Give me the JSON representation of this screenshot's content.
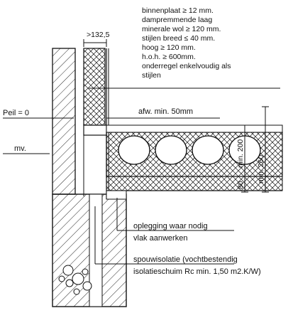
{
  "drawing": {
    "type": "construction-detail-section",
    "line_color": "#111111",
    "background": "#ffffff"
  },
  "notes_top": [
    "binnenplaat ≥ 12 mm.",
    "damprem­mende laag",
    "minerale wol ≥ 120 mm.",
    "stijlen breed ≤ 40 mm.",
    "hoog ≥ 120 mm.",
    "h.o.h. ≥ 600mm.",
    "onderregel enkelvoudig als",
    "stijlen"
  ],
  "labels": {
    "peil": "Peil = 0",
    "mv": "mv.",
    "afw": "afw. min. 50mm",
    "oplegging_1": "oplegging waar nodig",
    "oplegging_2": "vlak aanwerken",
    "spouw_1": "spouwisolatie (vochtbestendig",
    "spouw_2": "isolatieschuim Rc min. 1,50 m2.K/W)"
  },
  "dimensions": {
    "cavity_width": ">132,5",
    "floor_min_80": "80",
    "floor_min_200": "min. 200",
    "floor_min_260": "min. 260"
  }
}
